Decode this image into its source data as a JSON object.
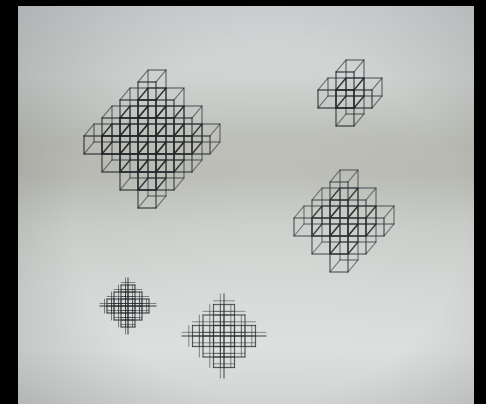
{
  "image": {
    "background_color": "#d2d5d3",
    "ink_color": "#1f2326"
  },
  "drawings": [
    {
      "name": "large-cube-cluster-top-left",
      "kind": "3d cube cluster sketch"
    },
    {
      "name": "small-cube-cluster-top-right",
      "kind": "3d cube cluster sketch"
    },
    {
      "name": "medium-cube-cluster-right",
      "kind": "3d cube cluster sketch"
    },
    {
      "name": "small-fractal-bottom-left",
      "kind": "fractal cross sketch"
    },
    {
      "name": "larger-fractal-bottom-center",
      "kind": "fractal cross sketch"
    }
  ]
}
